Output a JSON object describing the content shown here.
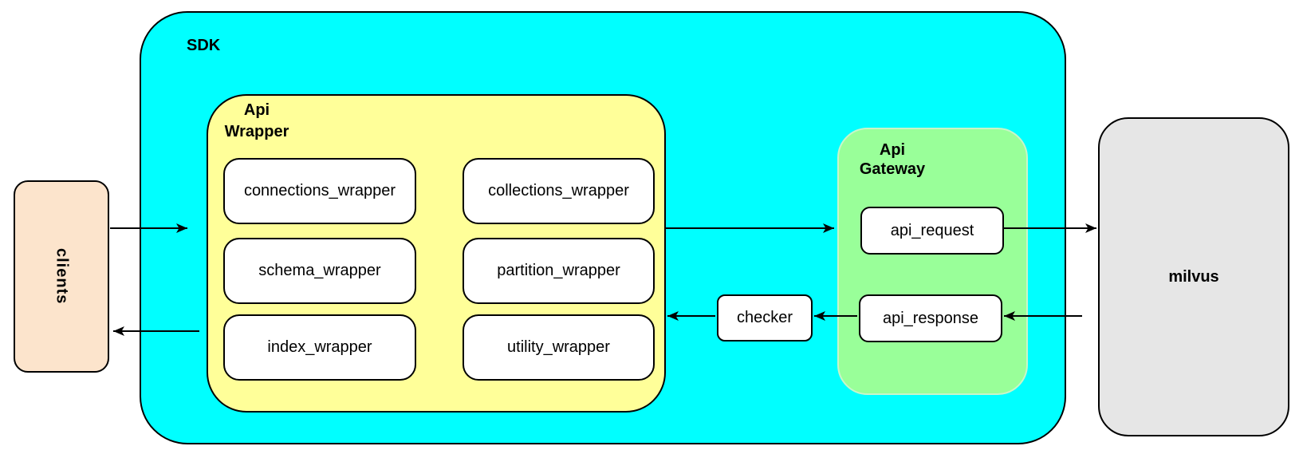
{
  "colors": {
    "canvas-bg": "#FFFFFF",
    "sdk-fill": "#00FFFF",
    "wrapper-fill": "#FFFF99",
    "gateway-fill": "#99FF99",
    "clients-fill": "#FCE4CC",
    "milvus-fill": "#E6E6E6",
    "box-fill": "#FFFFFF",
    "line": "#000000"
  },
  "nodes": {
    "clients": {
      "label": "clients"
    },
    "sdk": {
      "label": "SDK"
    },
    "api_wrapper": {
      "label": "Api\nWrapper",
      "boxes": [
        {
          "label": "connections_wrapper"
        },
        {
          "label": "collections_wrapper"
        },
        {
          "label": "schema_wrapper"
        },
        {
          "label": "partition_wrapper"
        },
        {
          "label": "index_wrapper"
        },
        {
          "label": "utility_wrapper"
        }
      ]
    },
    "checker": {
      "label": "checker"
    },
    "api_gateway": {
      "label": "Api\nGateway",
      "boxes": [
        {
          "label": "api_request"
        },
        {
          "label": "api_response"
        }
      ]
    },
    "milvus": {
      "label": "milvus"
    }
  }
}
